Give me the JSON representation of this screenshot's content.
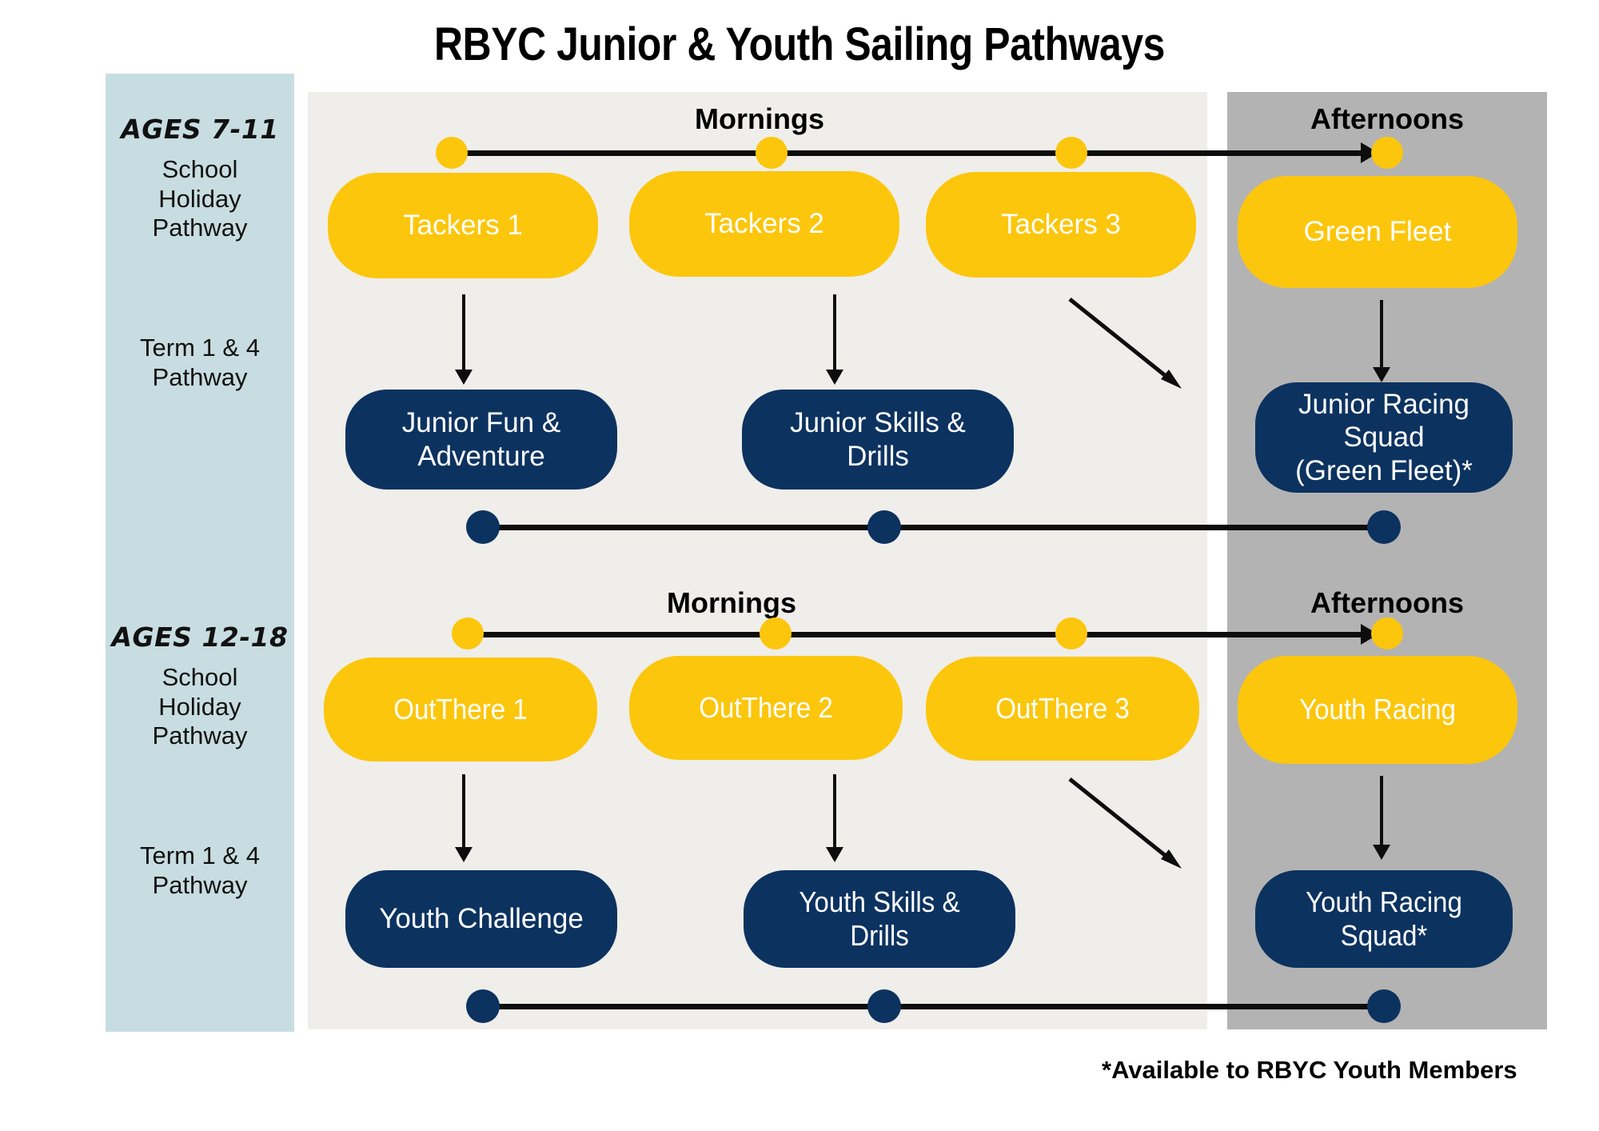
{
  "title": "RBYC Junior & Youth Sailing Pathways",
  "footnote": "*Available to RBYC Youth Members",
  "colors": {
    "yellow": "#fcc60c",
    "navy": "#0c3260",
    "sidebar_blue": "#c8dde1",
    "panel_beige": "#efeeea",
    "panel_gray": "#b3b3b3",
    "line_black": "#0d0d0d",
    "text_white": "#ffffff"
  },
  "sections": [
    {
      "id": "junior",
      "sidebar": {
        "age_label": "AGES 7-11",
        "holiday_label": "School\nHoliday\nPathway",
        "term_label": "Term 1 & 4\nPathway"
      },
      "morning_header": "Mornings",
      "afternoon_header": "Afternoons",
      "holiday_courses": [
        {
          "label": "Tackers 1"
        },
        {
          "label": "Tackers 2"
        },
        {
          "label": "Tackers 3"
        },
        {
          "label": "Green Fleet"
        }
      ],
      "term_courses": [
        {
          "label": "Junior Fun &\nAdventure"
        },
        {
          "label": "Junior Skills &\nDrills"
        },
        {
          "label": "Junior Racing\nSquad\n(Green Fleet)*"
        }
      ]
    },
    {
      "id": "youth",
      "sidebar": {
        "age_label": "AGES 12-18",
        "holiday_label": "School\nHoliday\nPathway",
        "term_label": "Term 1 & 4\nPathway"
      },
      "morning_header": "Mornings",
      "afternoon_header": "Afternoons",
      "holiday_courses": [
        {
          "label": "OutThere 1"
        },
        {
          "label": "OutThere 2"
        },
        {
          "label": "OutThere 3"
        },
        {
          "label": "Youth Racing"
        }
      ],
      "term_courses": [
        {
          "label": "Youth Challenge"
        },
        {
          "label": "Youth  Skills &\nDrills"
        },
        {
          "label": "Youth Racing\nSquad*"
        }
      ]
    }
  ]
}
